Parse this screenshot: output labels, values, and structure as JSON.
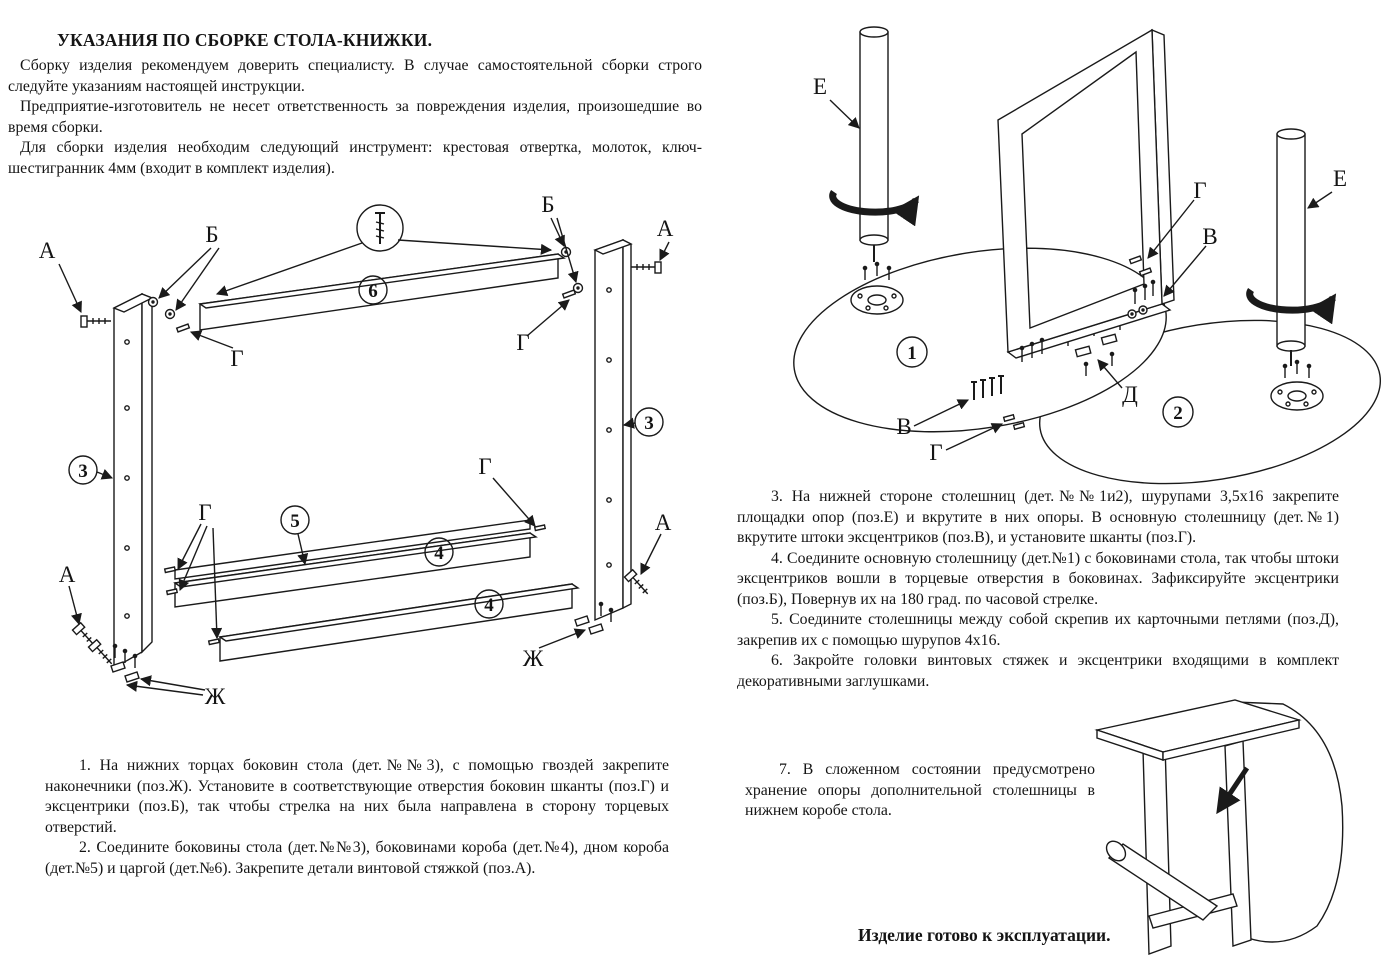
{
  "page": {
    "title": "УКАЗАНИЯ ПО СБОРКЕ  СТОЛА-КНИЖКИ.",
    "intro": [
      "Сборку изделия рекомендуем доверить специалисту. В случае самостоятельной сборки строго следуйте указаниям настоящей инструкции.",
      "Предприятие-изготовитель не несет ответственность за повреждения изделия, произошедшие во время сборки.",
      "Для сборки изделия необходим следующий инструмент: крестовая отвертка, молоток, ключ-шестигранник 4мм  (входит в комплект изделия)."
    ],
    "steps_left": [
      "1. На нижних торцах боковин стола (дет.№№3), с помощью гвоздей закрепите наконечники (поз.Ж).  Установите  в соответствующие  отверстия боковин шканты (поз.Г)  и  эксцентрики  (поз.Б), так чтобы стрелка на  них  была направлена в сторону торцевых  отверстий.",
      "2. Соедините боковины стола (дет.№№3), боковинами короба (дет.№4), дном короба (дет.№5) и  царгой (дет.№6). Закрепите  детали  винтовой  стяжкой  (поз.А)."
    ],
    "steps_right": [
      "3. На нижней стороне столешниц (дет.№№1и2), шурупами 3,5х16  закрепите площадки опор (поз.Е) и вкрутите в них опоры. В основную столешницу (дет.№1) вкрутите штоки эксцентриков (поз.В), и установите шканты (поз.Г).",
      "4. Соедините основную столешницу (дет.№1) с боковинами стола, так  чтобы штоки эксцентриков  вошли в торцевые отверстия в боковинах. Зафиксируйте эксцентрики  (поз.Б),  Повернув  их  на 180 град. по часовой стрелке.",
      "5. Соедините столешницы между собой скрепив их карточными петлями (поз.Д), закрепив их с помощью шурупов 4х16.",
      "6. Закройте головки винтовых стяжек и эксцентрики входящими в комплект декоративными заглушками."
    ],
    "step7": "7. В сложенном состоянии предусмотрено хранение опоры дополнительной столешницы в нижнем коробе стола.",
    "footer": "Изделие  готово к эксплуатации."
  },
  "labels": {
    "pos_a": "А",
    "pos_b": "Б",
    "pos_v": "В",
    "pos_g": "Г",
    "pos_d": "Д",
    "pos_e": "Е",
    "pos_zh": "Ж",
    "part_1": "1",
    "part_2": "2",
    "part_3": "3",
    "part_4": "4",
    "part_5": "5",
    "part_6": "6"
  }
}
